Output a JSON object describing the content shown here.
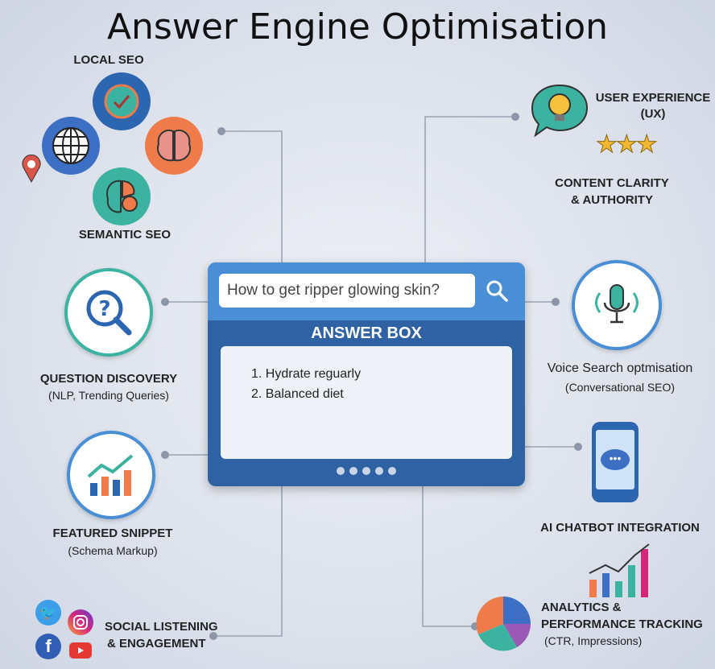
{
  "title": "Answer Engine Optimisation",
  "left": {
    "local_seo": "LOCAL SEO",
    "semantic_seo": "SEMANTIC SEO",
    "question_discovery": {
      "label": "QUESTION DISCOVERY",
      "sub": "(NLP, Trending Queries)"
    },
    "featured_snippet": {
      "label": "FEATURED SNIPPET",
      "sub": "(Schema Markup)"
    },
    "social": {
      "line1": "SOCIAL LISTENING",
      "line2": "& ENGAGEMENT"
    }
  },
  "right": {
    "ux": {
      "line1": "USER EXPERIENCE",
      "line2": "(UX)"
    },
    "content": {
      "line1": "CONTENT CLARITY",
      "line2": "& AUTHORITY"
    },
    "voice": {
      "label": "Voice Search optmisation",
      "sub": "(Conversational SEO)"
    },
    "chatbot": "AI CHATBOT INTEGRATION",
    "analytics": {
      "line1": "ANALYTICS &",
      "line2": "PERFORMANCE TRACKING",
      "sub": "(CTR, Impressions)"
    }
  },
  "center": {
    "search_value": "How to get ripper glowing skin?",
    "answer_title": "ANSWER BOX",
    "answers": [
      "1. Hydrate reguarly",
      "2. Balanced diet"
    ]
  },
  "colors": {
    "card": "#2f62a3",
    "card_top": "#4a8ed6",
    "teal": "#3bb3a0",
    "orange": "#ef7b4b",
    "blue": "#3d6fc4"
  }
}
